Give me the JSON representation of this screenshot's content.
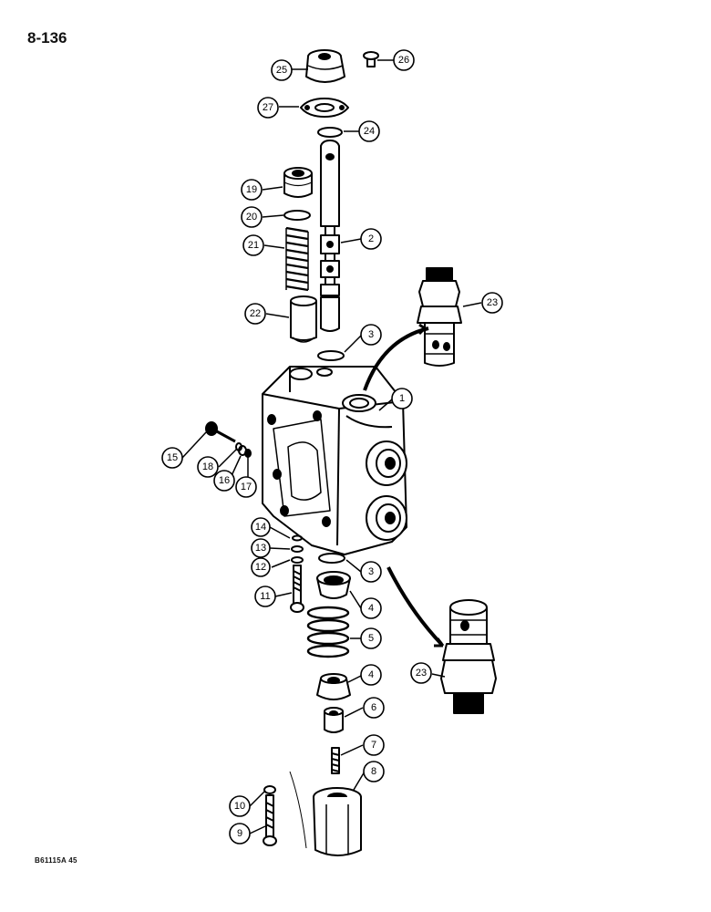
{
  "page_number": "8-136",
  "figure_code": "B61115A 45",
  "callouts": [
    {
      "id": "c25",
      "label": "25"
    },
    {
      "id": "c26",
      "label": "26"
    },
    {
      "id": "c27",
      "label": "27"
    },
    {
      "id": "c24",
      "label": "24"
    },
    {
      "id": "c19",
      "label": "19"
    },
    {
      "id": "c20",
      "label": "20"
    },
    {
      "id": "c21",
      "label": "21"
    },
    {
      "id": "c2",
      "label": "2"
    },
    {
      "id": "c22",
      "label": "22"
    },
    {
      "id": "c3a",
      "label": "3"
    },
    {
      "id": "c23a",
      "label": "23"
    },
    {
      "id": "c1",
      "label": "1"
    },
    {
      "id": "c15",
      "label": "15"
    },
    {
      "id": "c18",
      "label": "18"
    },
    {
      "id": "c16",
      "label": "16"
    },
    {
      "id": "c17",
      "label": "17"
    },
    {
      "id": "c14",
      "label": "14"
    },
    {
      "id": "c13",
      "label": "13"
    },
    {
      "id": "c12",
      "label": "12"
    },
    {
      "id": "c11",
      "label": "11"
    },
    {
      "id": "c3b",
      "label": "3"
    },
    {
      "id": "c4a",
      "label": "4"
    },
    {
      "id": "c5",
      "label": "5"
    },
    {
      "id": "c23b",
      "label": "23"
    },
    {
      "id": "c4b",
      "label": "4"
    },
    {
      "id": "c6",
      "label": "6"
    },
    {
      "id": "c7",
      "label": "7"
    },
    {
      "id": "c8",
      "label": "8"
    },
    {
      "id": "c10",
      "label": "10"
    },
    {
      "id": "c9",
      "label": "9"
    }
  ]
}
